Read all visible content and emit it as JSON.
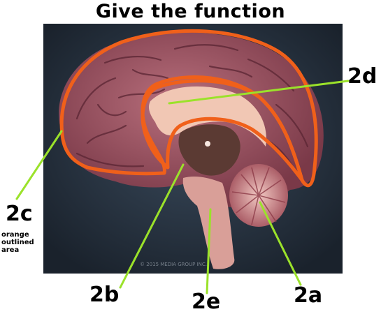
{
  "title": "Give the function",
  "watermark": "© 2015 MEDIA GROUP INC.",
  "labels": {
    "a": "2a",
    "b": "2b",
    "c": "2c",
    "d": "2d",
    "e": "2e"
  },
  "note": {
    "line1": "orange",
    "line2": "outlined",
    "line3": "area"
  },
  "colors": {
    "leader_line": "#9be22a",
    "outline": "#f0601a",
    "background_panel": "#1e2733"
  }
}
